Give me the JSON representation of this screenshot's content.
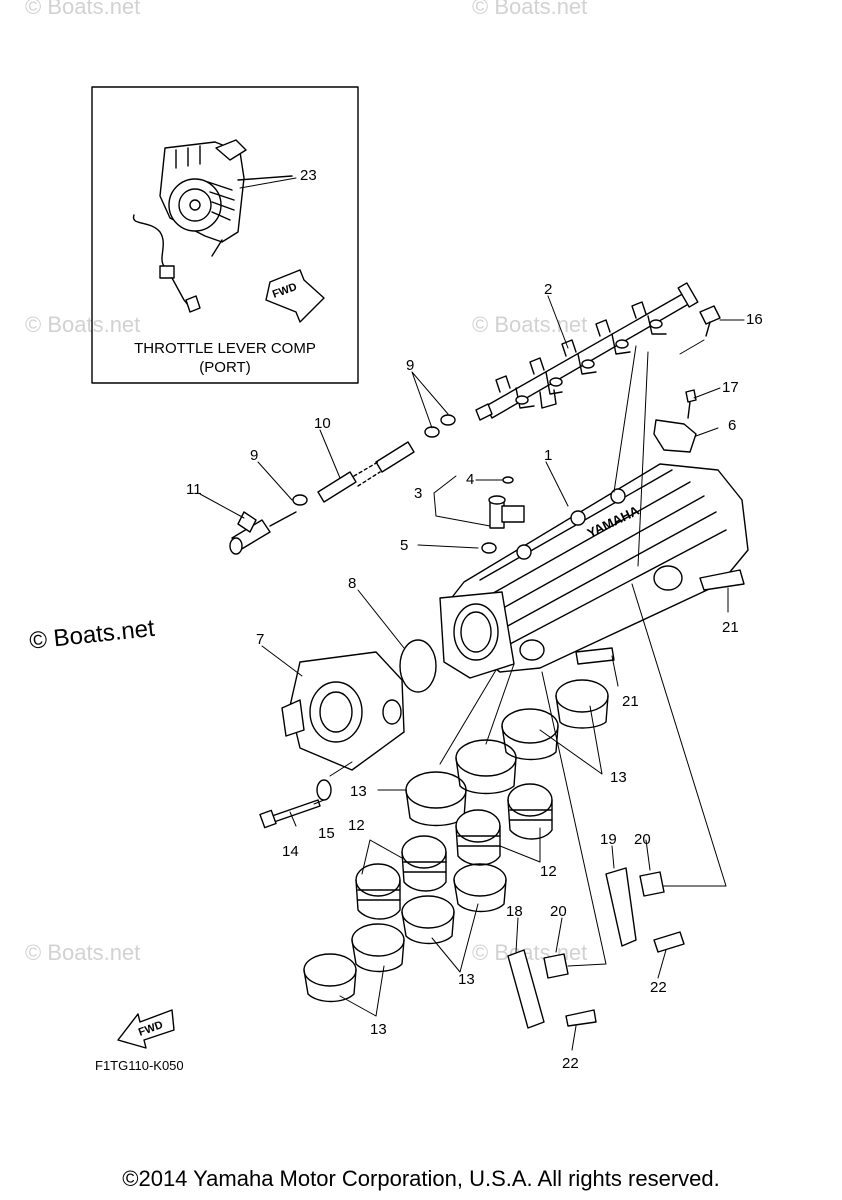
{
  "watermark": "© Boats.net",
  "inset": {
    "title_line1": "THROTTLE LEVER COMP",
    "title_line2": "(PORT)",
    "fwd_label": "FWD"
  },
  "fwd_label": "FWD",
  "brand_label": "YAMAHA",
  "callouts": {
    "c1": "1",
    "c2": "2",
    "c3": "3",
    "c4": "4",
    "c5": "5",
    "c6": "6",
    "c7": "7",
    "c8": "8",
    "c9a": "9",
    "c9b": "9",
    "c10": "10",
    "c11": "11",
    "c12a": "12",
    "c12b": "12",
    "c13a": "13",
    "c13b": "13",
    "c13c": "13",
    "c13d": "13",
    "c14": "14",
    "c15": "15",
    "c16": "16",
    "c17": "17",
    "c18": "18",
    "c19": "19",
    "c20a": "20",
    "c20b": "20",
    "c21a": "21",
    "c21b": "21",
    "c22a": "22",
    "c22b": "22",
    "c23": "23"
  },
  "diagram_code": "F1TG110-K050",
  "footer": "©2014 Yamaha Motor Corporation, U.S.A. All rights reserved."
}
